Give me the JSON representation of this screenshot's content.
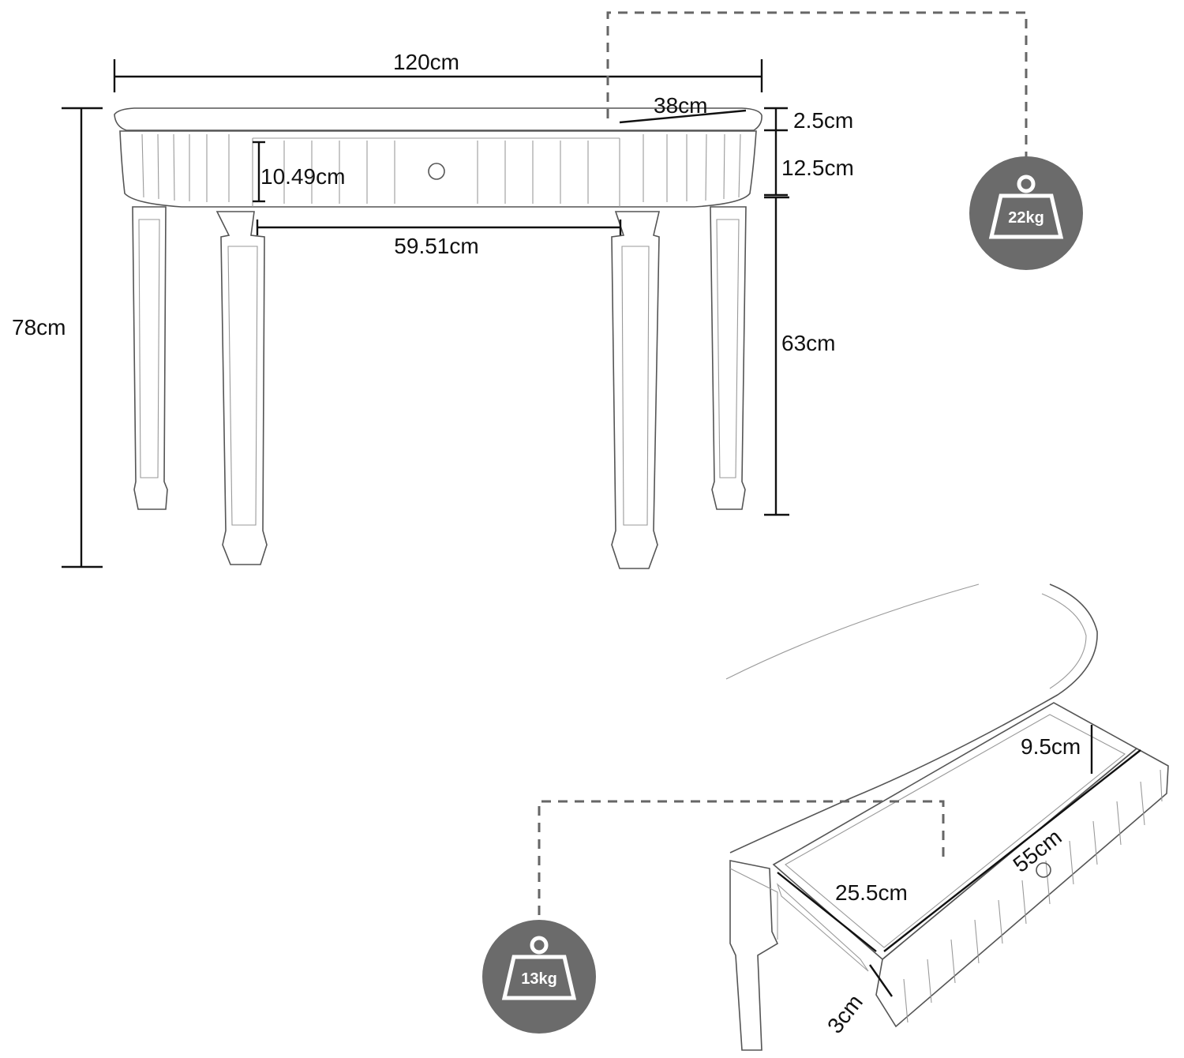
{
  "dimensions": {
    "width": "120cm",
    "height": "78cm",
    "depth": "38cm",
    "top_thickness": "2.5cm",
    "apron_height": "12.5cm",
    "drawer_front_height": "10.49cm",
    "leg_spacing": "59.51cm",
    "leg_height": "63cm",
    "drawer_depth": "9.5cm",
    "drawer_width": "55cm",
    "drawer_length": "25.5cm",
    "drawer_side": "3cm"
  },
  "weights": {
    "table": "22kg",
    "drawer": "13kg"
  },
  "colors": {
    "badge": "#6b6b6b",
    "sketch": "#555555",
    "dimension_line": "#111111"
  }
}
